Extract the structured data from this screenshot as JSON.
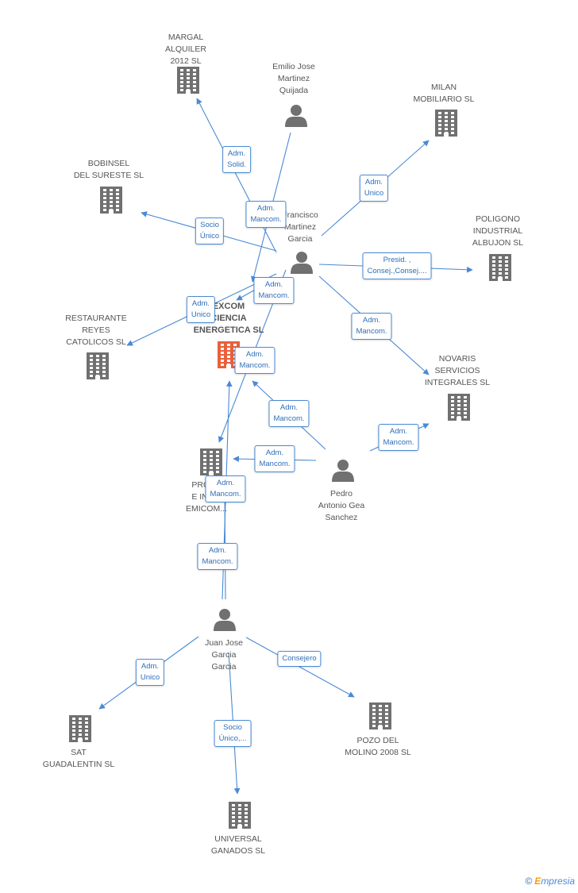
{
  "colors": {
    "edge": "#4a8ad4",
    "icon": "#707070",
    "center_icon": "#e8603c",
    "label": "#555555"
  },
  "nodes": [
    {
      "id": "margal",
      "type": "company",
      "label": [
        "MARGAL",
        "ALQUILER",
        "2012 SL"
      ]
    },
    {
      "id": "emilio",
      "type": "person",
      "label": [
        "Emilio Jose",
        "Martinez",
        "Quijada"
      ]
    },
    {
      "id": "milan",
      "type": "company",
      "label": [
        "MILAN",
        "MOBILIARIO SL"
      ]
    },
    {
      "id": "bobinsel",
      "type": "company",
      "label": [
        "BOBINSEL",
        "DEL SURESTE SL"
      ]
    },
    {
      "id": "francisco",
      "type": "person",
      "label": [
        "Francisco",
        "Martinez",
        "Garcia"
      ]
    },
    {
      "id": "poligono",
      "type": "company",
      "label": [
        "POLIGONO",
        "INDUSTRIAL",
        "ALBUJON SL"
      ]
    },
    {
      "id": "restaurante",
      "type": "company",
      "label": [
        "RESTAURANTE",
        "REYES",
        "CATOLICOS SL"
      ]
    },
    {
      "id": "excom",
      "type": "company",
      "center": true,
      "label": [
        "EXCOM",
        "CIENCIA",
        "ENERGETICA SL"
      ]
    },
    {
      "id": "novaris",
      "type": "company",
      "label": [
        "NOVARIS",
        "SERVICIOS",
        "INTEGRALES SL"
      ]
    },
    {
      "id": "proy",
      "type": "company",
      "label": [
        "PROY...",
        "E ING...",
        "EMICOM..."
      ]
    },
    {
      "id": "pedro",
      "type": "person",
      "label": [
        "Pedro",
        "Antonio Gea",
        "Sanchez"
      ]
    },
    {
      "id": "juan",
      "type": "person",
      "label": [
        "Juan Jose",
        "Garcia",
        "Garcia"
      ]
    },
    {
      "id": "sat",
      "type": "company",
      "label": [
        "SAT",
        "GUADALENTIN SL"
      ]
    },
    {
      "id": "pozo",
      "type": "company",
      "label": [
        "POZO DEL",
        "MOLINO 2008 SL"
      ]
    },
    {
      "id": "universal",
      "type": "company",
      "label": [
        "UNIVERSAL",
        "GANADOS SL"
      ]
    }
  ],
  "edges": [
    {
      "from": "francisco",
      "to": "margal",
      "label": [
        "Adm.",
        "Solid."
      ]
    },
    {
      "from": "emilio",
      "to": "excom",
      "label": [
        "Adm.",
        "Mancom."
      ]
    },
    {
      "from": "francisco",
      "to": "milan",
      "label": [
        "Adm.",
        "Unico"
      ]
    },
    {
      "from": "francisco",
      "to": "bobinsel",
      "label": [
        "Socio",
        "Único"
      ]
    },
    {
      "from": "francisco",
      "to": "poligono",
      "label": [
        "Presid. ,",
        "Consej.,Consej...."
      ]
    },
    {
      "from": "francisco",
      "to": "excom",
      "label": [
        "Adm.",
        "Mancom."
      ]
    },
    {
      "from": "francisco",
      "to": "restaurante",
      "label": [
        "Adm.",
        "Unico"
      ]
    },
    {
      "from": "francisco",
      "to": "novaris",
      "label": [
        "Adm.",
        "Mancom."
      ]
    },
    {
      "from": "francisco",
      "to": "proy",
      "label": [
        "Adm.",
        "Mancom."
      ]
    },
    {
      "from": "pedro",
      "to": "excom",
      "label": [
        "Adm.",
        "Mancom."
      ]
    },
    {
      "from": "pedro",
      "to": "novaris",
      "label": [
        "Adm.",
        "Mancom."
      ]
    },
    {
      "from": "pedro",
      "to": "proy",
      "label": [
        "Adm.",
        "Mancom."
      ]
    },
    {
      "from": "juan",
      "to": "excom",
      "label": [
        "Adm.",
        "Mancom."
      ]
    },
    {
      "from": "juan",
      "to": "proy",
      "label": [
        "Adm.",
        "Mancom."
      ]
    },
    {
      "from": "juan",
      "to": "sat",
      "label": [
        "Adm.",
        "Unico"
      ]
    },
    {
      "from": "juan",
      "to": "pozo",
      "label": [
        "Consejero"
      ]
    },
    {
      "from": "juan",
      "to": "universal",
      "label": [
        "Socio",
        "Único,..."
      ]
    }
  ],
  "footer": {
    "copyright": "©",
    "brand_initial": "E",
    "brand_rest": "mpresia"
  }
}
